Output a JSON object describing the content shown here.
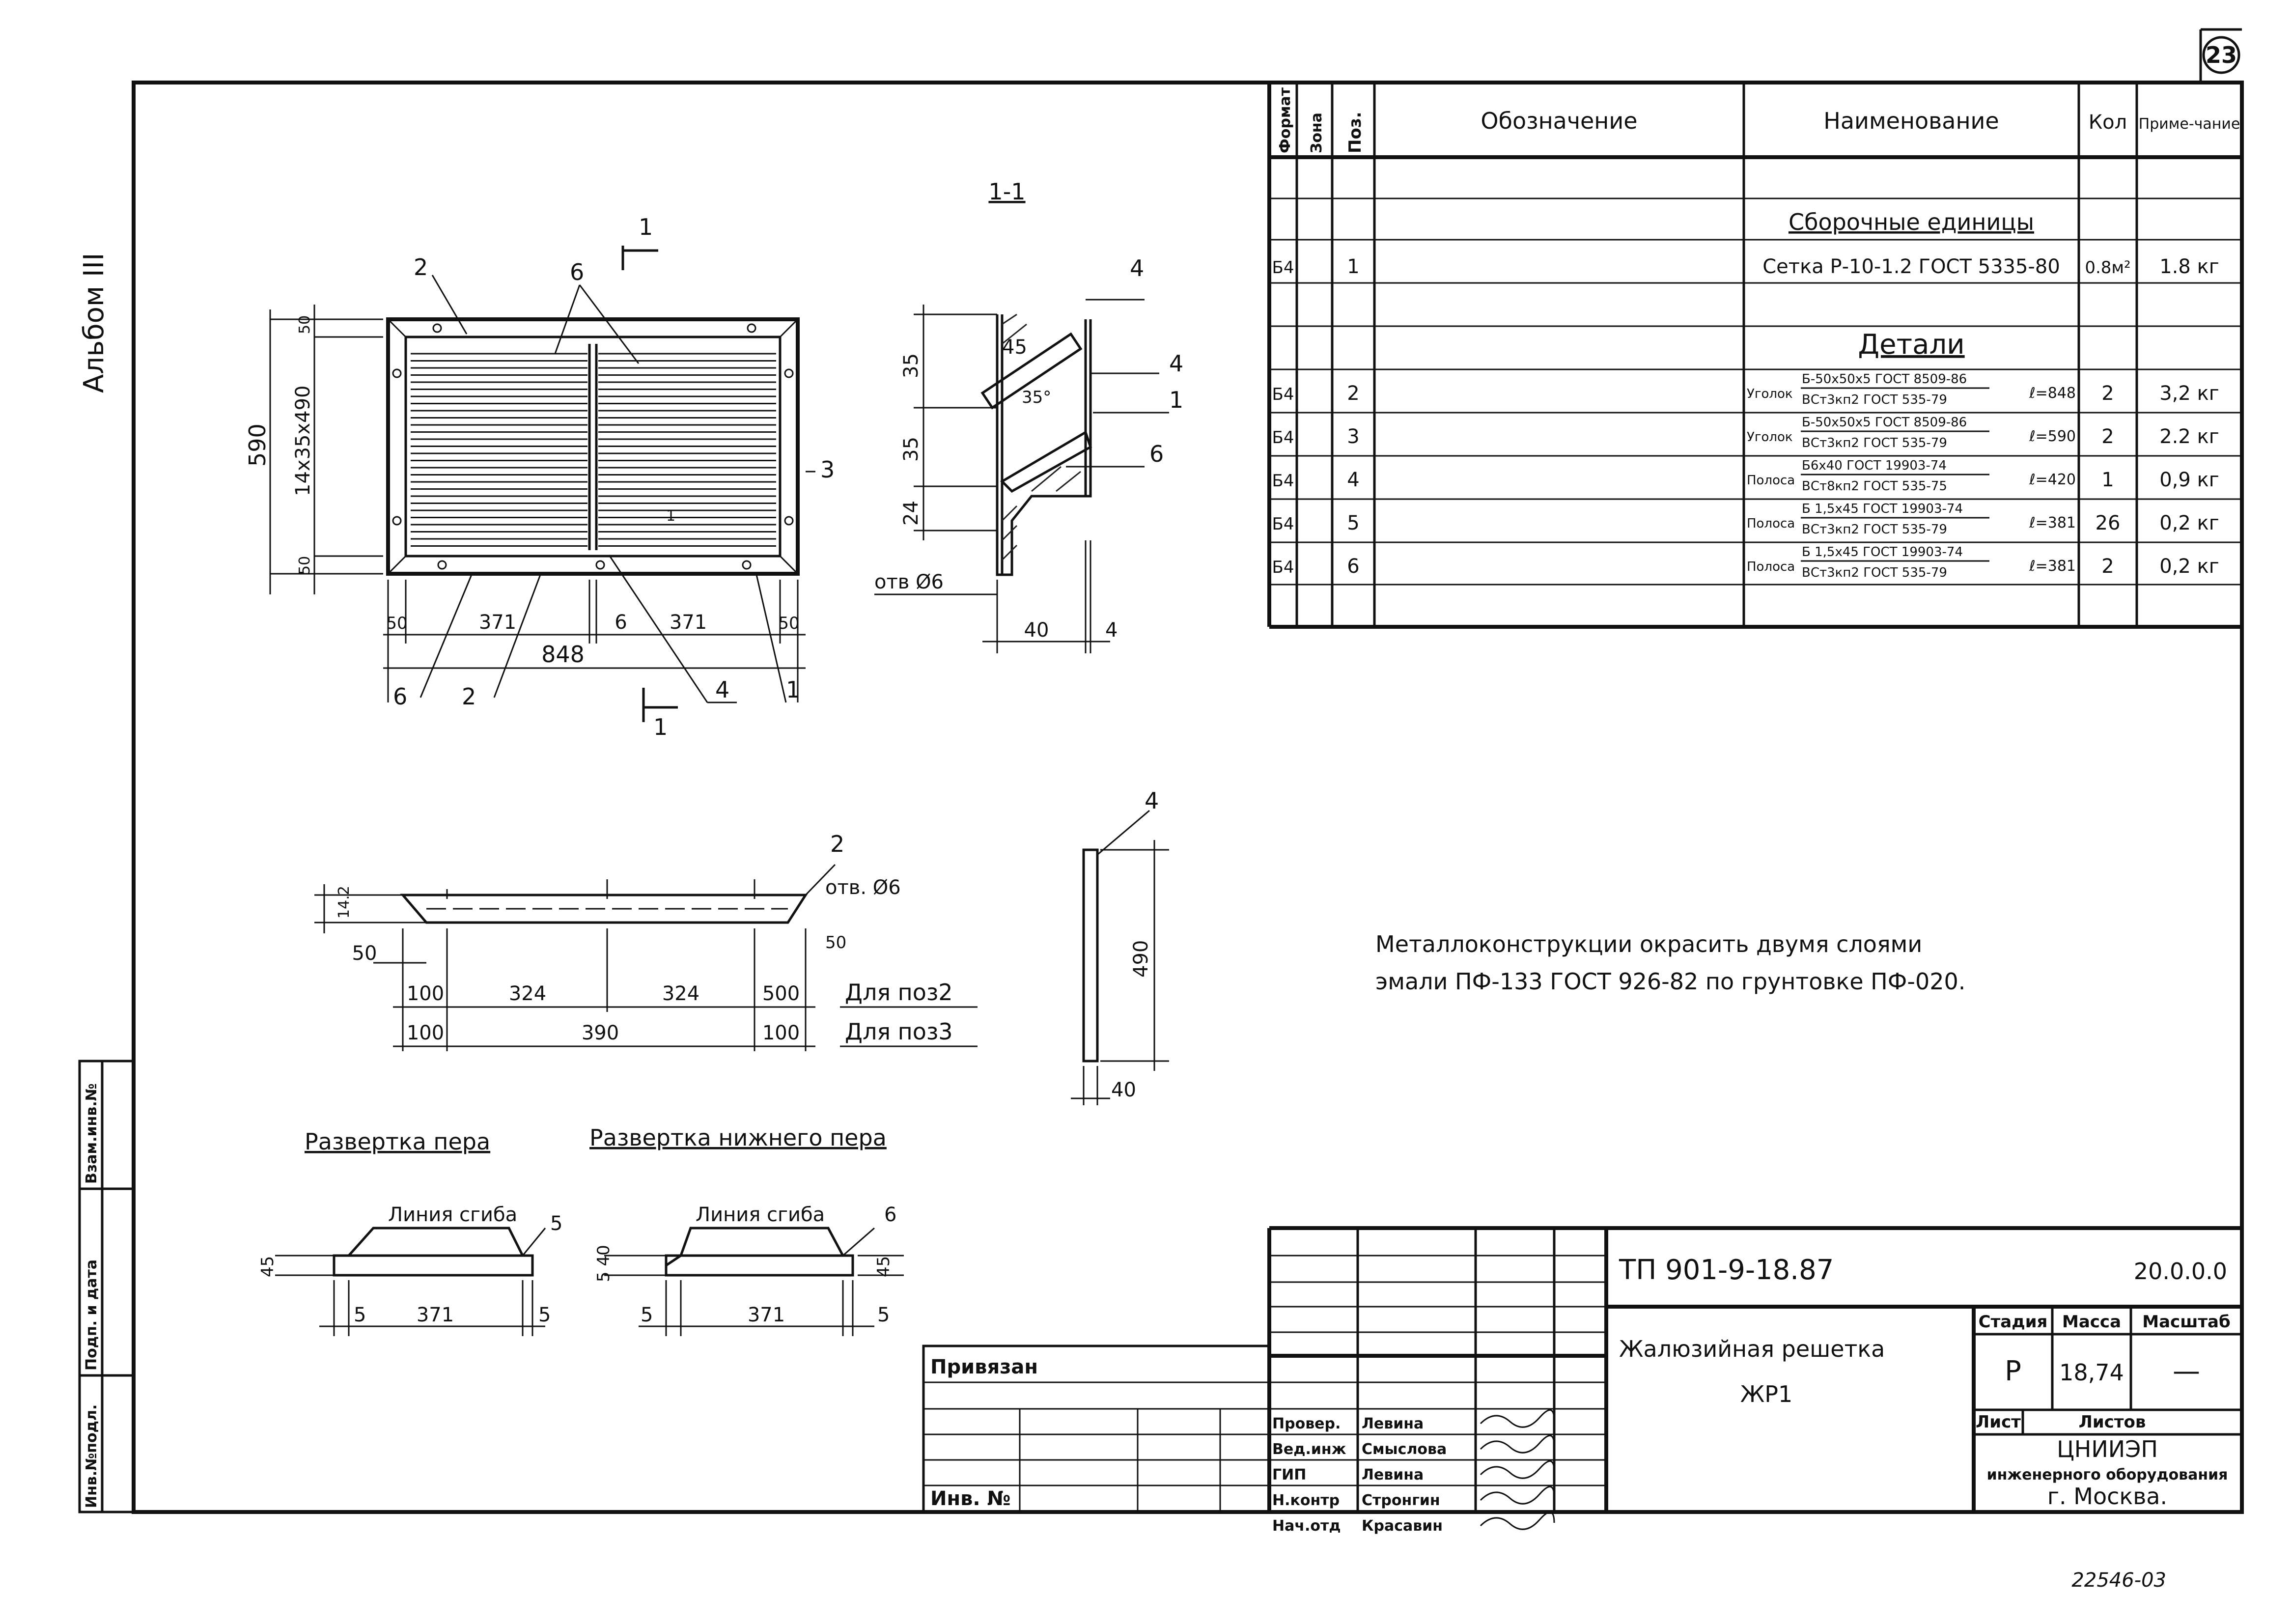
{
  "page": {
    "sheet_no": "23",
    "album": "Альбом III",
    "archive_no": "22546-03"
  },
  "left_margin": {
    "col1": "Инв.№подл.",
    "col2": "Подп. и дата",
    "col3": "Взам.инв.№"
  },
  "spec": {
    "headers": {
      "format": "Формат",
      "zone": "Зона",
      "pos": "Поз.",
      "designation": "Обозначение",
      "name": "Наименование",
      "qty": "Кол",
      "note": "Приме-чание"
    },
    "section_assemblies": "Сборочные единицы",
    "assembly_row": {
      "format": "Б4",
      "pos": "1",
      "name": "Сетка Р-10-1.2 ГОСТ 5335-80",
      "qty": "0.8м²",
      "note": "1.8 кг"
    },
    "section_parts": "Детали",
    "parts": [
      {
        "format": "Б4",
        "pos": "2",
        "kind": "Уголок",
        "top": "Б-50х50х5 ГОСТ 8509-86",
        "bottom": "ВСт3кп2 ГОСТ 535-79",
        "len": "ℓ=848",
        "qty": "2",
        "note": "3,2 кг"
      },
      {
        "format": "Б4",
        "pos": "3",
        "kind": "Уголок",
        "top": "Б-50х50х5 ГОСТ 8509-86",
        "bottom": "ВСт3кп2 ГОСТ 535-79",
        "len": "ℓ=590",
        "qty": "2",
        "note": "2.2 кг"
      },
      {
        "format": "Б4",
        "pos": "4",
        "kind": "Полоса",
        "top": "Б6х40 ГОСТ 19903-74",
        "bottom": "ВСт8кп2 ГОСТ 535-75",
        "len": "ℓ=420",
        "qty": "1",
        "note": "0,9 кг"
      },
      {
        "format": "Б4",
        "pos": "5",
        "kind": "Полоса",
        "top": "Б 1,5х45 ГОСТ 19903-74",
        "bottom": "ВСт3кп2 ГОСТ 535-79",
        "len": "ℓ=381",
        "qty": "26",
        "note": "0,2 кг"
      },
      {
        "format": "Б4",
        "pos": "6",
        "kind": "Полоса",
        "top": "Б 1,5х45 ГОСТ 19903-74",
        "bottom": "ВСт3кп2 ГОСТ 535-79",
        "len": "ℓ=381",
        "qty": "2",
        "note": "0,2 кг"
      }
    ]
  },
  "note_text": {
    "line1": "Металлоконструкции окрасить двумя слоями",
    "line2": "эмали ПФ-133 ГОСТ 926-82 по грунтовке ПФ-020."
  },
  "view_main": {
    "dim_590": "590",
    "dim_14x35": "14х35х490",
    "dim_50_top": "50",
    "dim_50_bot": "50",
    "dim_50_left": "50",
    "dim_371_left": "371",
    "dim_6": "6",
    "dim_371_right": "371",
    "dim_50_right": "50",
    "dim_848": "848",
    "lbl_2_top": "2",
    "lbl_6_top": "6",
    "lbl_3": "3",
    "lbl_6_bot": "6",
    "lbl_2_bot": "2",
    "lbl_4_bot": "4",
    "lbl_1_bot": "1",
    "cut_1_top": "1",
    "cut_1_bot": "1",
    "mark_1": "1"
  },
  "view_section": {
    "title": "1-1",
    "lbl_4a": "4",
    "lbl_4b": "4",
    "lbl_1": "1",
    "lbl_6": "6",
    "dim_45": "45",
    "dim_35a": "35",
    "dim_35b": "35",
    "dim_35deg": "35°",
    "dim_24": "24",
    "hole": "отв Ø6",
    "dim_40": "40",
    "dim_4": "4"
  },
  "view_angle": {
    "lbl_2": "2",
    "hole": "отв. Ø6",
    "dim_14_2": "14.2",
    "dim_50_a": "50",
    "dim_50_b": "50",
    "dim_100_a": "100",
    "dim_324_a": "324",
    "dim_324_b": "324",
    "dim_500": "500",
    "dim_100_b": "100",
    "dim_390": "390",
    "dim_100_c": "100",
    "for_pos2": "Для поз2",
    "for_pos3": "Для поз3"
  },
  "view_strip": {
    "lbl_4": "4",
    "dim_490": "490",
    "dim_40": "40"
  },
  "dev_blade": {
    "title": "Развертка пера",
    "bend_line": "Линия сгиба",
    "lbl_5": "5",
    "dim_45": "45",
    "dim_5a": "5",
    "dim_371": "371",
    "dim_5b": "5"
  },
  "dev_lower": {
    "title": "Развертка нижнего пера",
    "bend_line": "Линия сгиба",
    "lbl_6": "6",
    "dim_5_40": "5 40",
    "dim_45": "45",
    "dim_5a": "5",
    "dim_371": "371",
    "dim_5b": "5"
  },
  "title_block": {
    "project": "ТП 901-9-18.87",
    "code": "20.0.0.0",
    "name1": "Жалюзийная решетка",
    "name2": "ЖР1",
    "stage_h": "Стадия",
    "mass_h": "Масса",
    "scale_h": "Масштаб",
    "stage": "Р",
    "mass": "18,74",
    "scale": "—",
    "sheet_h": "Лист",
    "sheets_h": "Листов",
    "org1": "ЦНИИЭП",
    "org2": "инженерного оборудования",
    "org3": "г. Москва.",
    "bound": "Привязан",
    "inv": "Инв. №",
    "roles": [
      {
        "role": "Провер.",
        "name": "Левина"
      },
      {
        "role": "Вед.инж",
        "name": "Смыслова"
      },
      {
        "role": "ГИП",
        "name": "Левина"
      },
      {
        "role": "Н.контр",
        "name": "Стронгин"
      },
      {
        "role": "Нач.отд",
        "name": "Красавин"
      }
    ]
  }
}
